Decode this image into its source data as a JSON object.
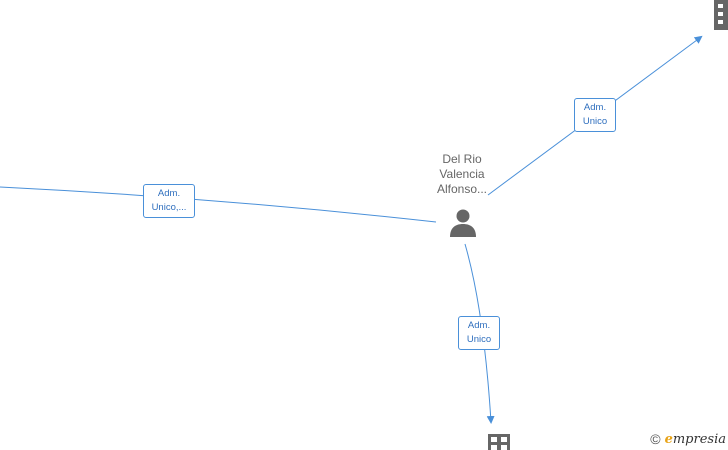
{
  "person": {
    "name_lines": [
      "Del Rio",
      "Valencia",
      "Alfonso..."
    ]
  },
  "edges": [
    {
      "id": "left",
      "label_lines": [
        "Adm.",
        "Unico,..."
      ]
    },
    {
      "id": "top-right",
      "label_lines": [
        "Adm.",
        "Unico"
      ]
    },
    {
      "id": "bottom",
      "label_lines": [
        "Adm.",
        "Unico"
      ]
    }
  ],
  "watermark": {
    "copyright": "©",
    "brand_first": "e",
    "brand_rest": "mpresia"
  },
  "colors": {
    "edge": "#4a90d9",
    "node_icon": "#666666",
    "label_text": "#2f6fbe"
  },
  "icons": [
    "person-icon",
    "building-icon"
  ]
}
